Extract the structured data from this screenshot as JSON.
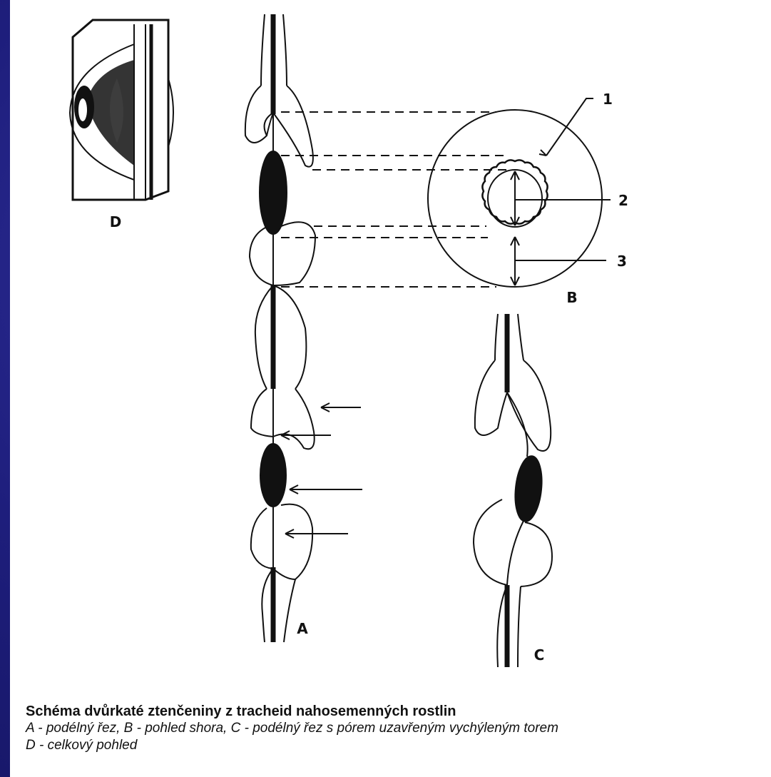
{
  "labels": {
    "A": "A",
    "B": "B",
    "C": "C",
    "D": "D",
    "n1": "1",
    "n2": "2",
    "n3": "3"
  },
  "caption": {
    "title": "Schéma dvůrkaté ztenčeniny z tracheid nahosemenných rostlin",
    "line1": "A - podélný řez, B - pohled shora, C - podélný řez s pórem uzavřeným vychýleným torem",
    "line2": "D - celkový pohled"
  },
  "colors": {
    "background": "#1e1e7c",
    "paper": "#ffffff",
    "ink": "#111111"
  }
}
